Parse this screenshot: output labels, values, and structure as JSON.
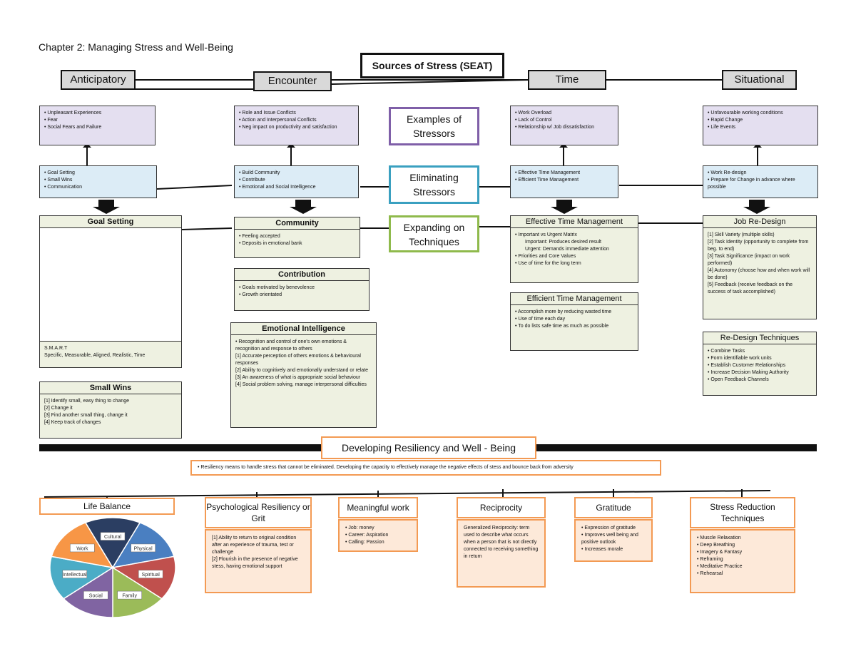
{
  "chapter_title": "Chapter 2: Managing Stress and Well-Being",
  "seat_title": "Sources of Stress (SEAT)",
  "columns": {
    "anticipatory": {
      "title": "Anticipatory",
      "examples": [
        "Unpleasant Experiences",
        "Fear",
        "Social Fears and Failure"
      ],
      "eliminating": [
        "Goal Setting",
        "Small Wins",
        "Communication"
      ]
    },
    "encounter": {
      "title": "Encounter",
      "examples": [
        "Role and Issue Conflicts",
        "Action and Interpersonal Conflicts",
        "Neg impact on productivity and satisfaction"
      ],
      "eliminating": [
        "Build Community",
        "Contribute",
        "Emotional and Social Intelligence"
      ]
    },
    "time": {
      "title": "Time",
      "examples": [
        "Work Overload",
        "Lack of Control",
        "Relationship w/ Job dissatisfaction"
      ],
      "eliminating": [
        "Effective Time Management",
        "Efficient Time Management"
      ]
    },
    "situational": {
      "title": "Situational",
      "examples": [
        "Unfavourable working conditions",
        "Rapid Change",
        "Life Events"
      ],
      "eliminating": [
        "Work Re-design",
        "Prepare for Change in advance where possible"
      ]
    }
  },
  "middle": {
    "examples": "Examples of Stressors",
    "eliminating": "Eliminating Stressors",
    "expanding": "Expanding on Techniques",
    "colors": {
      "examples": "#7f5fa8",
      "eliminating": "#3aa0c0",
      "expanding": "#8fba4c"
    }
  },
  "goal_setting": {
    "title": "Goal Setting",
    "smart": "S.M.A.R.T",
    "smart_desc": "Specific, Measurable, Aligned, Realistic, Time"
  },
  "small_wins": {
    "title": "Small Wins",
    "items": [
      "[1] Identify small, easy thing to change",
      "[2] Change it",
      "[3] Find another small thing, change it",
      "[4] Keep track of changes"
    ]
  },
  "community": {
    "title": "Community",
    "items": [
      "Feeling accepted",
      "Deposits in emotional bank"
    ]
  },
  "contribution": {
    "title": "Contribution",
    "items": [
      "Goals motivated by benevolence",
      "Growth orientated"
    ]
  },
  "emotional": {
    "title": "Emotional Intelligence",
    "items": [
      "Recognition and control of one's own emotions & recognition and response to others",
      "[1] Accurate perception of others emotions & behavioural responses",
      "[2] Ability to cognitively and emotionally understand or relate",
      "[3] An awareness of what is appropriate social behaviour",
      "[4] Social problem solving, manage interpersonal difficulties"
    ]
  },
  "effective_tm": {
    "title": "Effective Time Management",
    "items": [
      "Important vs Urgent Matrix",
      "Priorities and Core Values",
      "Use of time for the long term"
    ],
    "sub": [
      "Important: Produces desired result",
      "Urgent: Demands immediate attention"
    ]
  },
  "efficient_tm": {
    "title": "Efficient Time Management",
    "items": [
      "Accomplish more by reducing wasted time",
      "Use of time each day",
      "To do lists safe time as much as possible"
    ]
  },
  "job_redesign": {
    "title": "Job Re-Design",
    "items": [
      "[1] Skill Variety (multiple skills)",
      "[2] Task Identity (opportunity to complete from beg. to end)",
      "[3] Task Significance (impact on work performed)",
      "[4] Autonomy (choose how and when work will be done)",
      "[5] Feedback (receive feedback on the success of task accomplished)"
    ]
  },
  "redesign_tech": {
    "title": "Re-Design Techniques",
    "items": [
      "Combine Tasks",
      "Form identifiable work units",
      "Establish Customer Relationships",
      "Increase Decision Making Authority",
      "Open Feedback Channels"
    ]
  },
  "resiliency": {
    "title": "Developing Resiliency and Well - Being",
    "desc": "Resiliency means to handle stress that cannot be eliminated. Developing the capacity to effectively manage the negative effects of stess and bounce back from adversity"
  },
  "life_balance": {
    "title": "Life Balance",
    "segments": [
      "Cultural",
      "Physical",
      "Spiritual",
      "Family",
      "Social",
      "Intellectual",
      "Work"
    ]
  },
  "psych": {
    "title": "Psychological Resiliency or Grit",
    "items": [
      "[1] Ability to return to original condition after an experience of trauma, test or challenge",
      "[2] Flourish in the presence of negative stess, having emotional support"
    ]
  },
  "meaningful": {
    "title": "Meaningful work",
    "items": [
      "Job: money",
      "Career: Aspiration",
      "Calling: Passion"
    ]
  },
  "reciprocity": {
    "title": "Reciprocity",
    "text": "Generalized Reciprocity: term used to describe what occurs when a person that is not directly connected to receiving something in return"
  },
  "gratitude": {
    "title": "Gratitude",
    "items": [
      "Expression of gratitude",
      "Improves well being and positive outlook",
      "Increases morale"
    ]
  },
  "stress_reduction": {
    "title": "Stress Reduction Techniques",
    "items": [
      "Muscle Relaxation",
      "Deep Breathing",
      "Imagery & Fantasy",
      "Reframing",
      "Meditative Practice",
      "Rehearsal"
    ]
  }
}
